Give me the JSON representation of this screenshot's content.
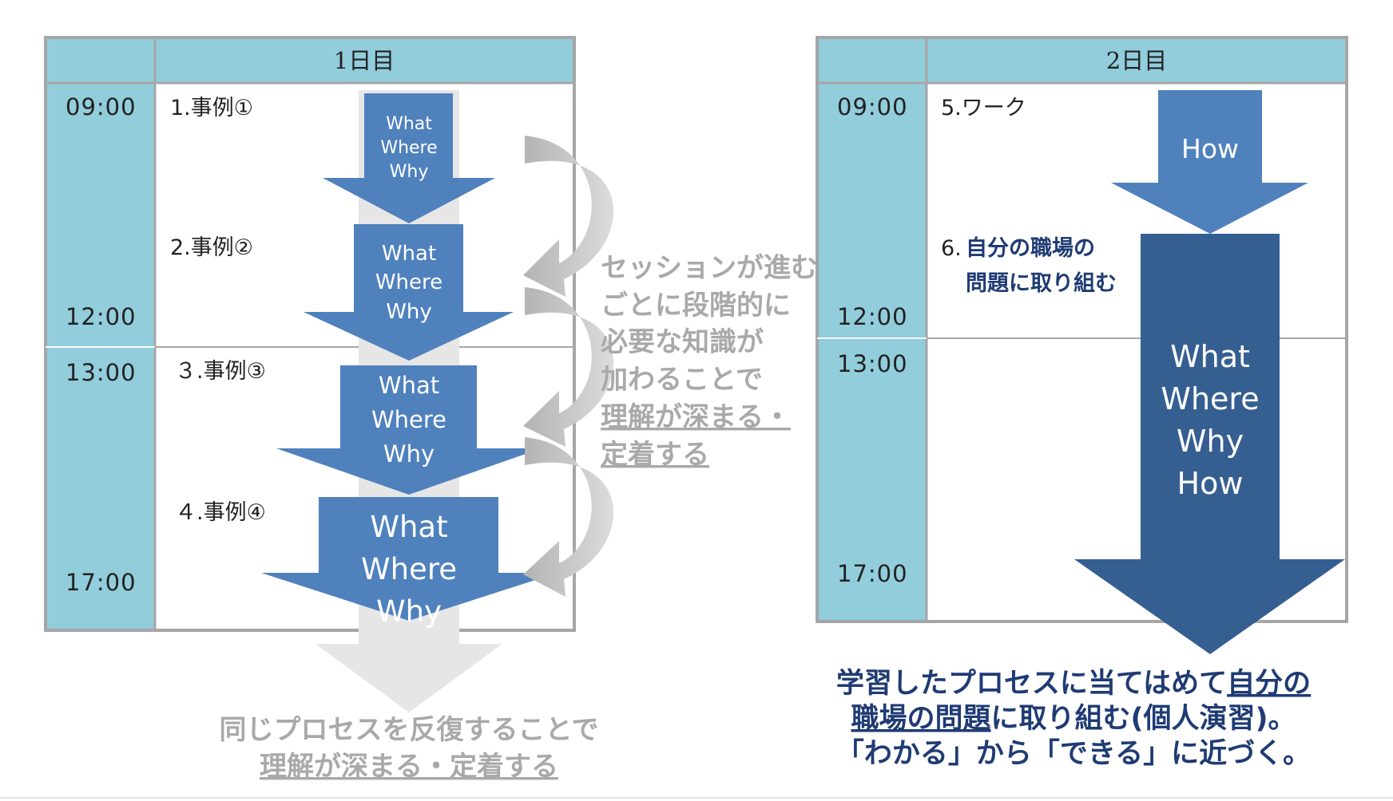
{
  "day1": {
    "title": "1日目",
    "times": [
      "09:00",
      "12:00",
      "13:00",
      "17:00"
    ],
    "sessions": [
      "1.事例①",
      "2.事例②",
      "３.事例③",
      "４.事例④"
    ],
    "arrows": [
      [
        "What",
        "Where",
        "Why"
      ],
      [
        "What",
        "Where",
        "Why"
      ],
      [
        "What",
        "Where",
        "Why"
      ],
      [
        "What",
        "Where",
        "Why"
      ]
    ],
    "side_note": [
      "セッションが進む",
      "ごとに段階的に",
      "必要な知識が",
      "加わることで",
      "理解が深まる・",
      "定着する"
    ],
    "bottom_note": [
      "同じプロセスを反復することで",
      "理解が深まる・定着する"
    ]
  },
  "day2": {
    "title": "2日目",
    "times": [
      "09:00",
      "12:00",
      "13:00",
      "17:00"
    ],
    "session5": "5.ワーク",
    "session6_num": "6.",
    "session6_lines": [
      "自分の職場の",
      "問題に取り組む"
    ],
    "arrow_small": [
      "How"
    ],
    "arrow_big": [
      "What",
      "Where",
      "Why",
      "How"
    ],
    "note": {
      "line1_plain": "学習したプロセスに当てはめて",
      "line1_ul": "自分の",
      "line2_ul": "職場の問題",
      "line2_plain": "に取り組む(個人演習)。",
      "line3": "「わかる」から「できる」に近づく。"
    }
  },
  "colors": {
    "accent_blue": "#4f81bd",
    "dark_blue": "#365f91",
    "header_fill": "#92cddc",
    "grey_arrow": "#bfbfbf",
    "light_grey": "#e0e0e0",
    "text_navy": "#1f3b73"
  }
}
